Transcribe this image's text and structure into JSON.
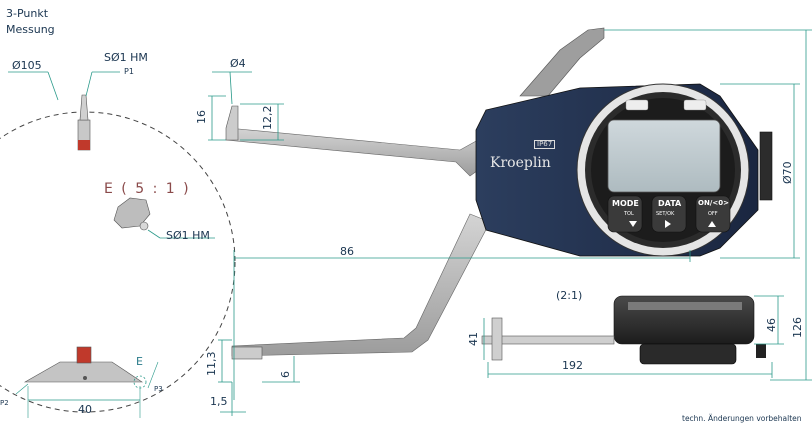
{
  "title": {
    "line1": "3-Punkt",
    "line2": "Messung"
  },
  "detail": {
    "diameter": "Ø105",
    "tip_label": "SØ1 HM",
    "p1": "P1",
    "detail_view": "E ( 5 : 1 )",
    "tip_label_2": "SØ1 HM",
    "width": "40",
    "p2": "P2",
    "p3": "P3",
    "e_marker": "E"
  },
  "dimensions": {
    "tip_dia": "Ø4",
    "tip_height": "16",
    "tip_offset": "12,2",
    "arm_length": "86",
    "gauge_dia": "Ø70",
    "lower_height": "11,3",
    "lower_tip": "6",
    "lower_offset": "1,5",
    "side_scale": "(2:1)",
    "side_41": "41",
    "side_46": "46",
    "side_126": "126",
    "side_192": "192"
  },
  "gauge": {
    "brand": "Kroeplin",
    "ip_rating": "IP67",
    "btn_mode": "MODE",
    "btn_mode_sub": "TOL",
    "btn_data": "DATA",
    "btn_data_sub": "SET/OK",
    "btn_on": "ON/<0>",
    "btn_on_sub": "OFF"
  },
  "footer": "techn. Änderungen vorbehalten",
  "colors": {
    "dim_line": "#2a9a8a",
    "label": "#1a3550",
    "body": "#1a2a44",
    "arm": "#b0b0b0"
  }
}
